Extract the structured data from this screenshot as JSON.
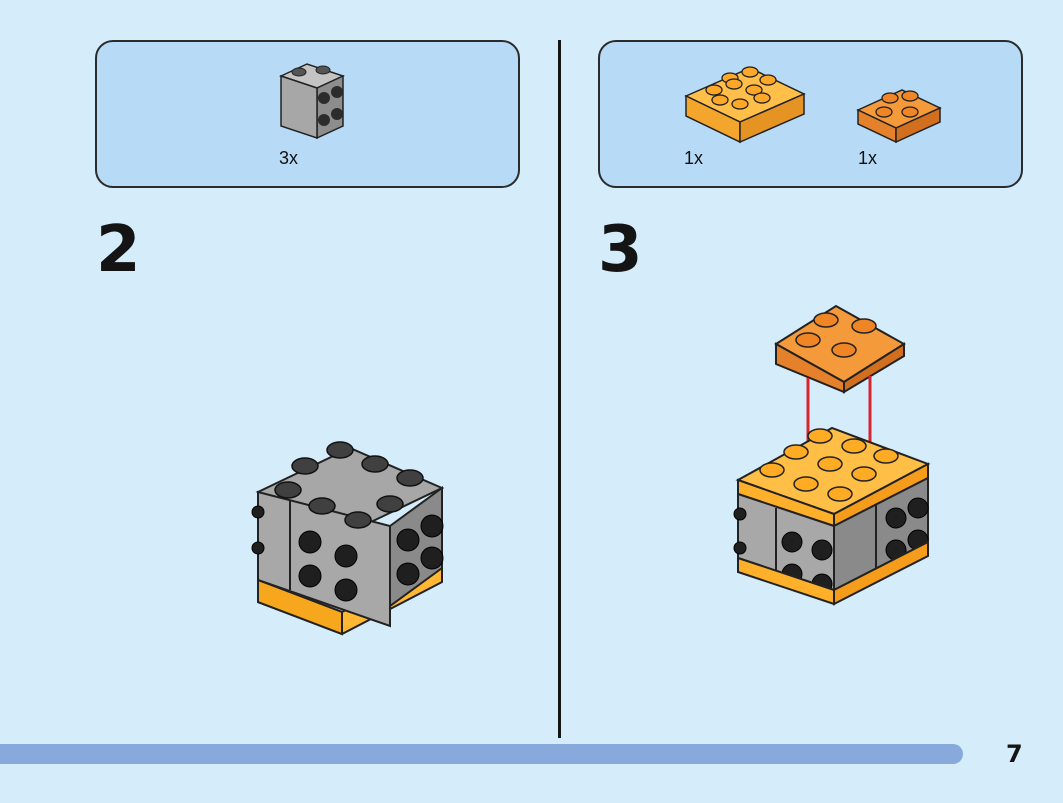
{
  "step2": {
    "number": "2",
    "parts": [
      {
        "quantity": "3x",
        "part": "gray-brick-2x2-studs-on-side"
      }
    ]
  },
  "step3": {
    "number": "3",
    "parts": [
      {
        "quantity": "1x",
        "part": "yellow-plate-3x3"
      },
      {
        "quantity": "1x",
        "part": "orange-plate-2x2"
      }
    ]
  },
  "page": {
    "number": "7"
  },
  "colors": {
    "background": "#d5ecfb",
    "parts_box": "#b7dbf6",
    "gray_brick": "#a3a3a3",
    "yellow_plate": "#ffb734",
    "orange_plate": "#f2902e",
    "arrow": "#d5262e",
    "progress_bar": "#87a9dc"
  }
}
